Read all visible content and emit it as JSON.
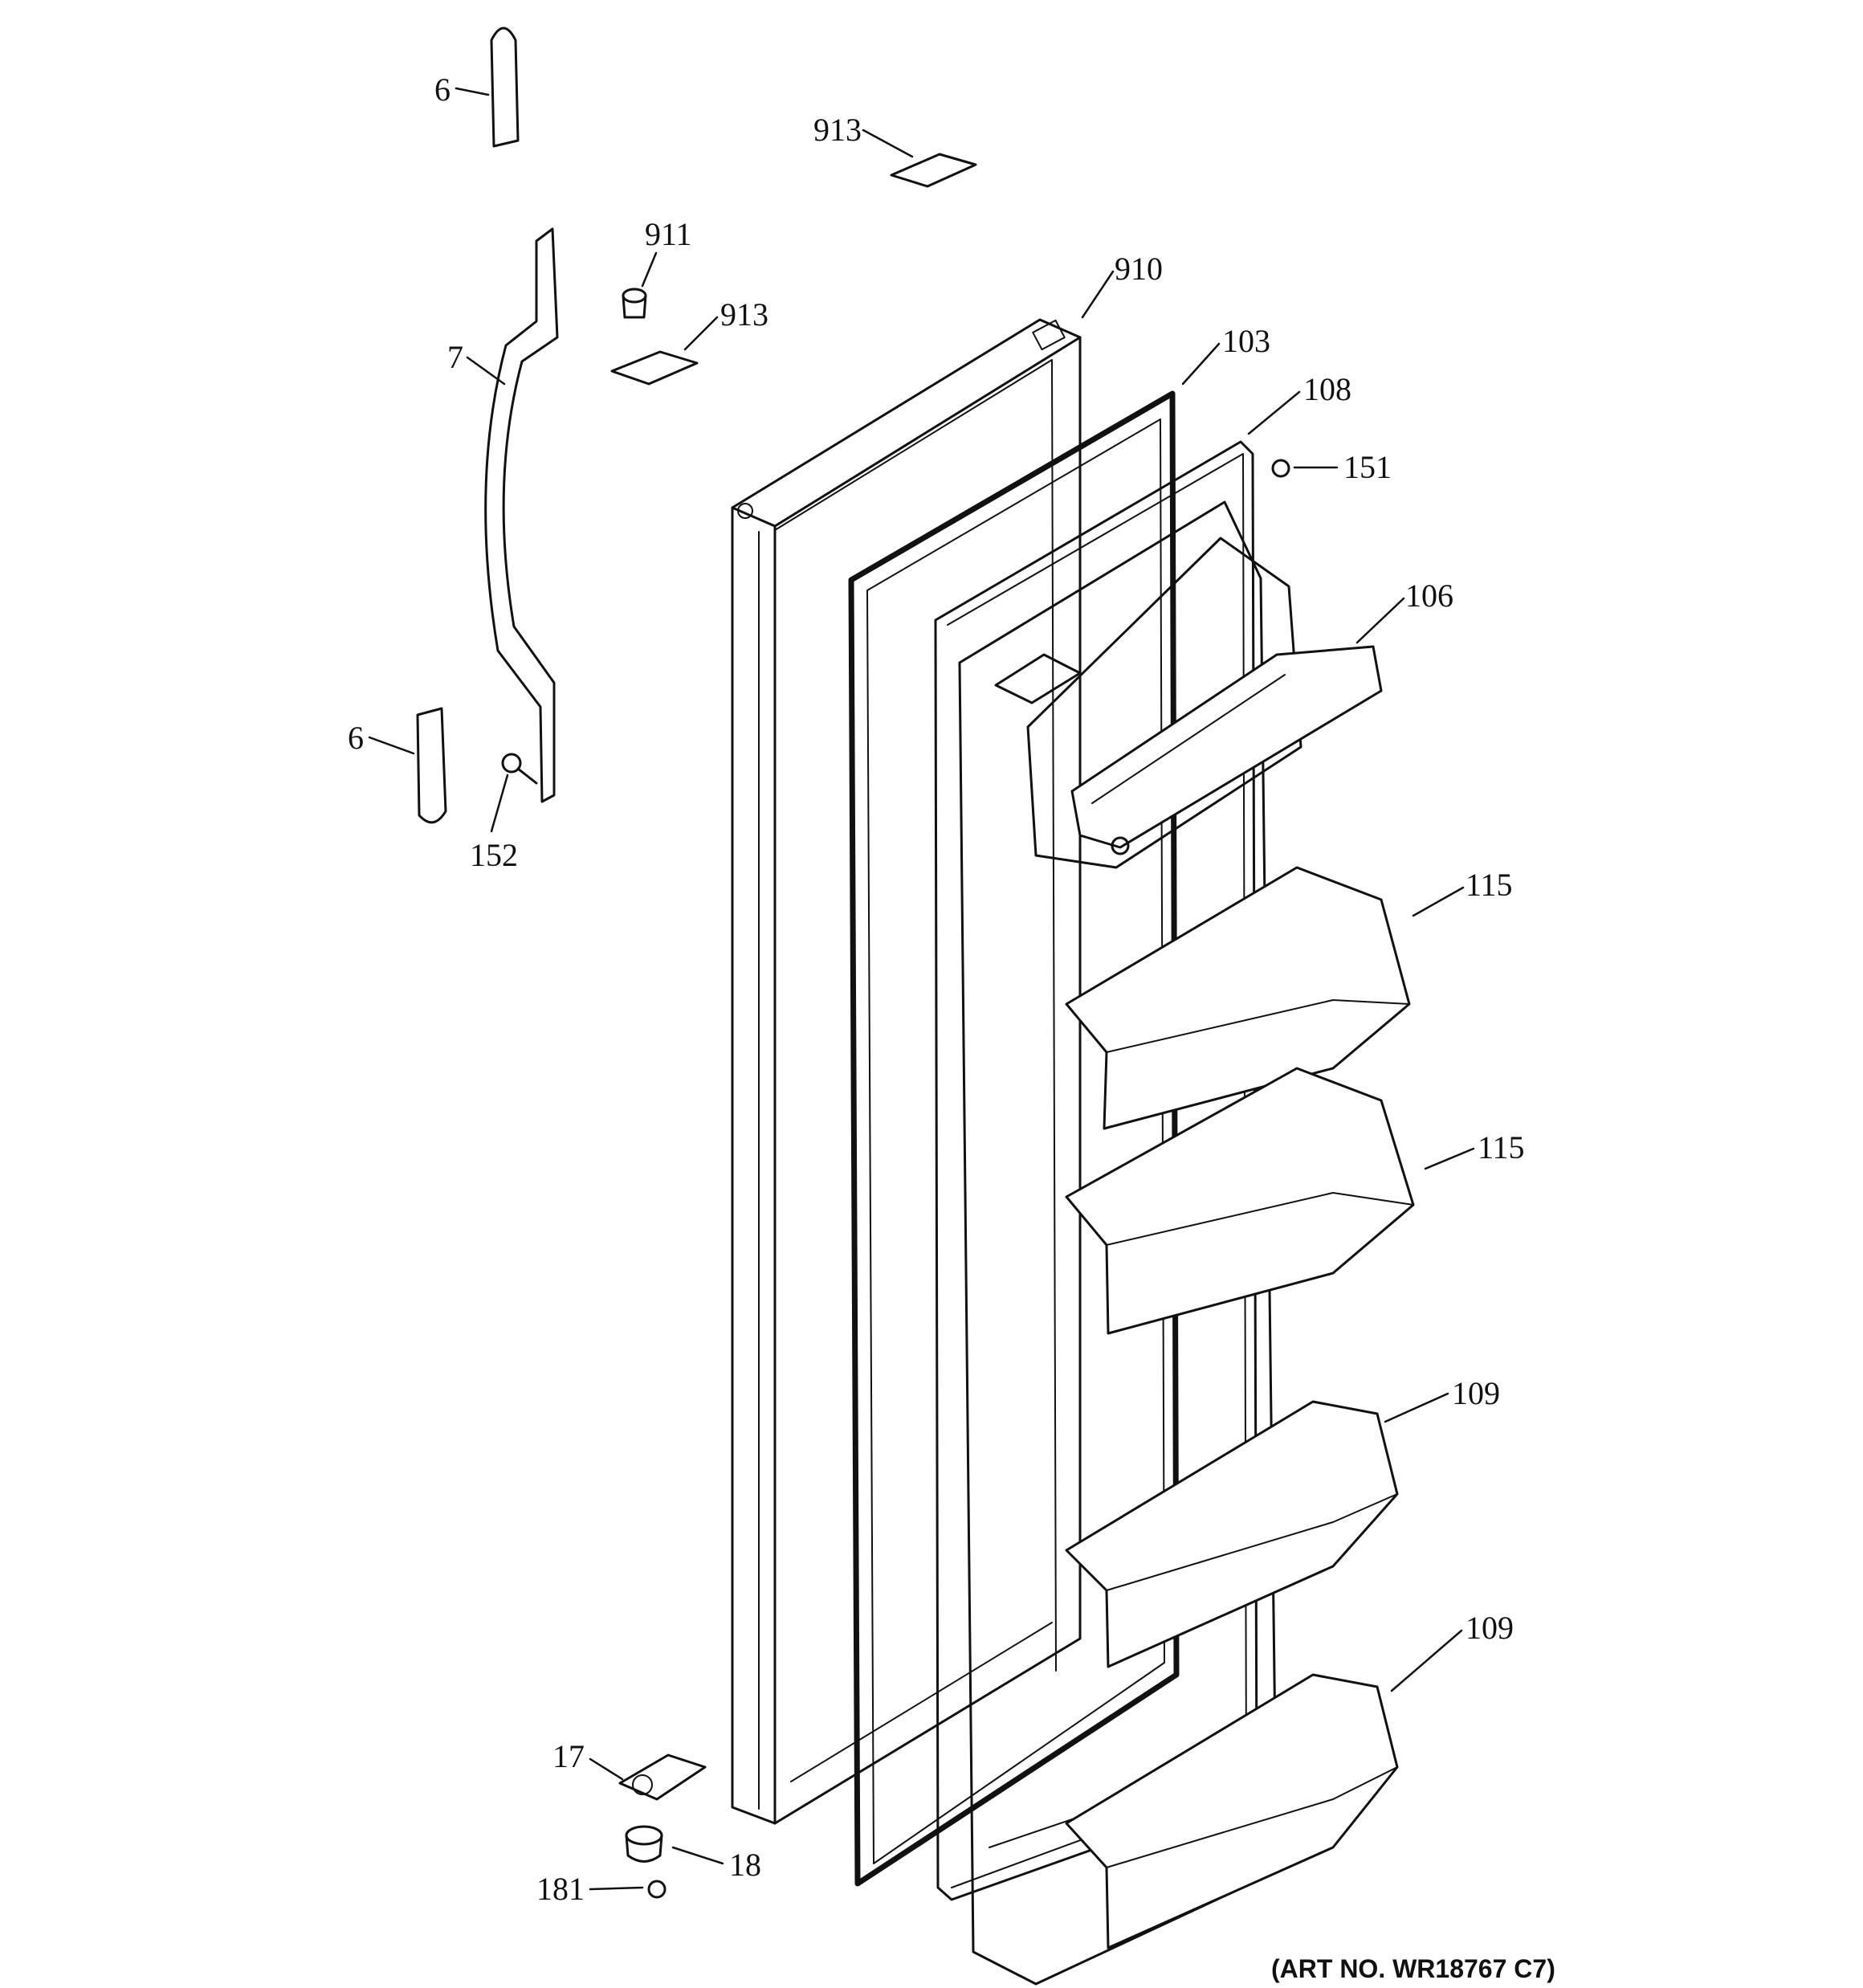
{
  "callouts": {
    "c6_top": "6",
    "c913_top": "913",
    "c911": "911",
    "c913_mid": "913",
    "c910": "910",
    "c103": "103",
    "c7": "7",
    "c108": "108",
    "c151": "151",
    "c106": "106",
    "c6_bottom": "6",
    "c152": "152",
    "c115_upper": "115",
    "c115_lower": "115",
    "c109_upper": "109",
    "c109_lower": "109",
    "c17": "17",
    "c18": "18",
    "c181": "181"
  },
  "art_number": "(ART NO. WR18767 C7)"
}
